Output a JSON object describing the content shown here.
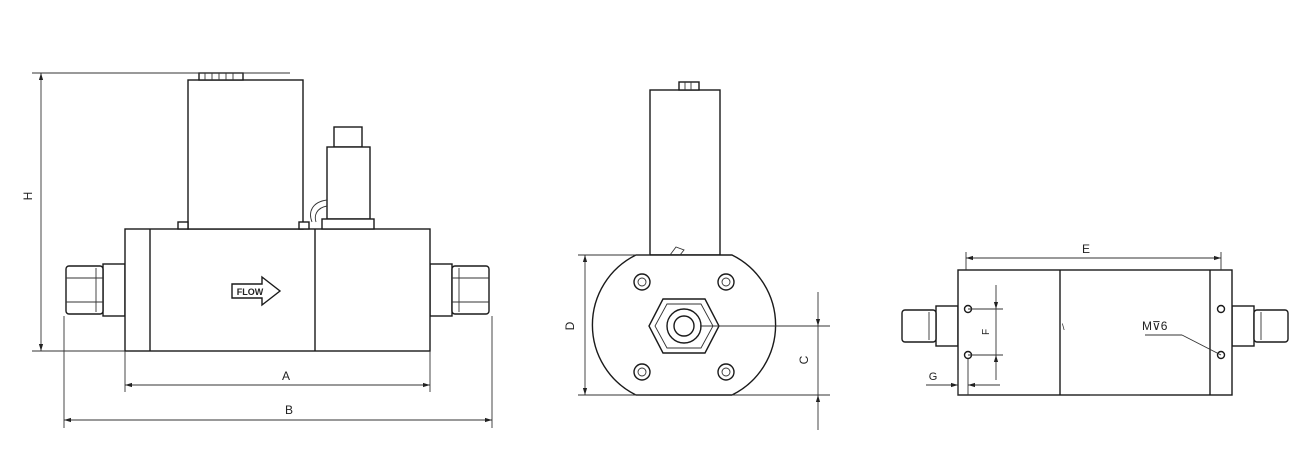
{
  "flow_label": "FLOW",
  "front_view": {
    "dim_A": "A",
    "dim_B": "B",
    "dim_H": "H"
  },
  "side_view": {
    "dim_C": "C",
    "dim_D": "D"
  },
  "top_view": {
    "dim_E": "E",
    "dim_F": "F",
    "dim_G": "G",
    "thread_callout": "M⊽6"
  }
}
